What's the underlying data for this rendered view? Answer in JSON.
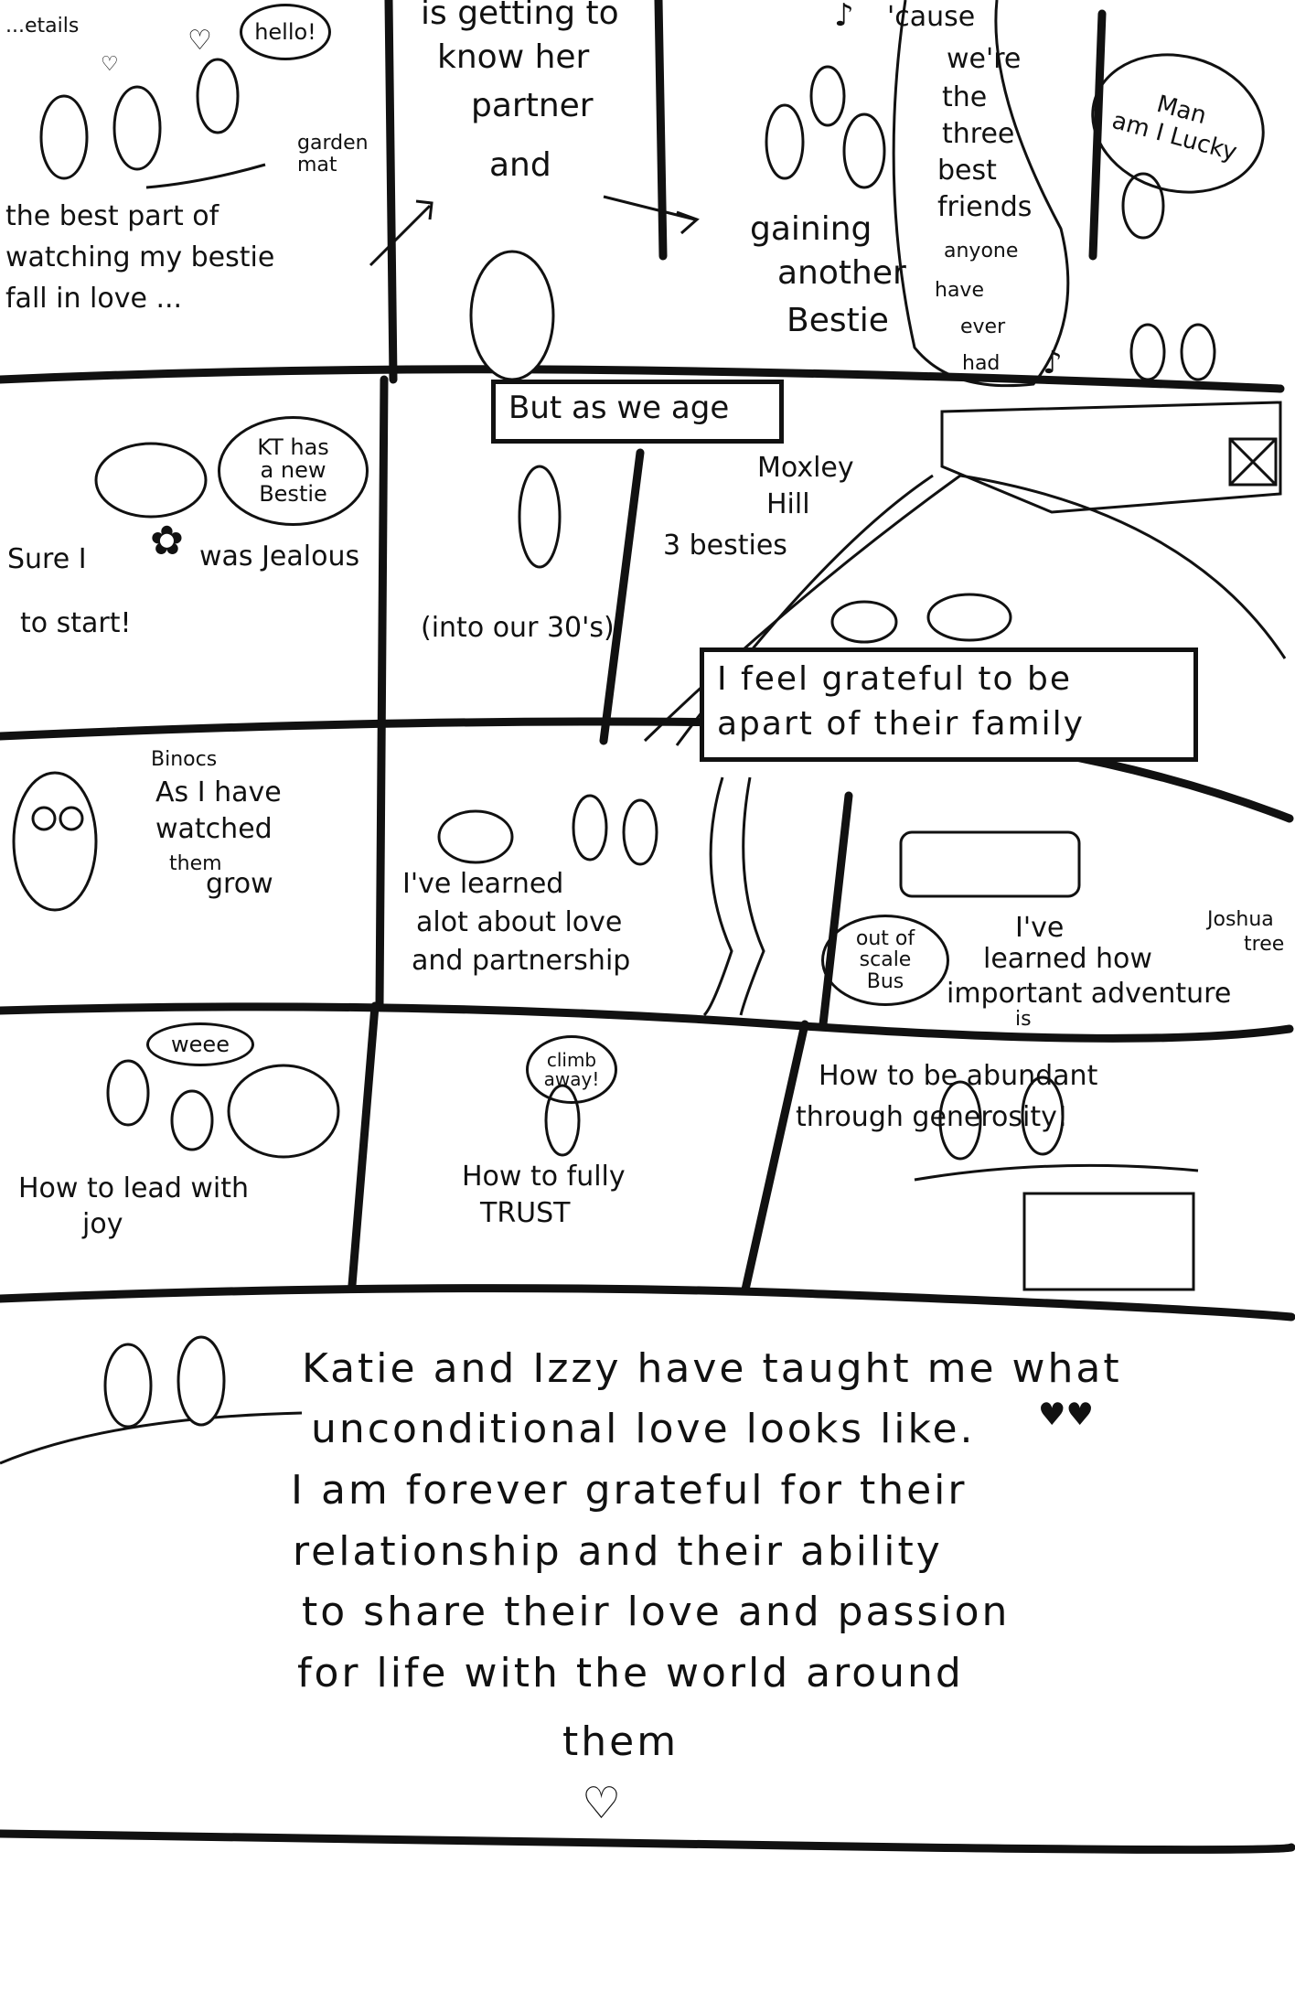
{
  "panel1": {
    "partial_label": "...etails",
    "hello_bubble": "hello!",
    "label_garden_mat": "garden mat",
    "caption": [
      "the best part of",
      "watching my bestie",
      "fall in love ..."
    ]
  },
  "panel2": {
    "caption": [
      "is getting to",
      "know her",
      "partner",
      "and"
    ]
  },
  "panel3": {
    "caption": [
      "gaining",
      "another",
      "Bestie"
    ],
    "song_lyric": [
      "'cause",
      "we're",
      "the",
      "three",
      "best",
      "friends",
      "anyone",
      "have",
      "ever",
      "had"
    ],
    "lucky_bubble": [
      "Man",
      "am I Lucky"
    ]
  },
  "panel4": {
    "kt_bubble": [
      "KT has",
      "a new",
      "Bestie"
    ],
    "caption": [
      "Sure I",
      "was Jealous",
      "to start!"
    ]
  },
  "panel5": {
    "banner": "But as we age",
    "caption": "(into our 30's)"
  },
  "panel6": {
    "label_hill": [
      "Moxley",
      "Hill"
    ],
    "label_besties": "3 besties",
    "banner": [
      "I feel grateful to be",
      "apart of their family"
    ]
  },
  "panel7": {
    "label_binocs": "Binocs",
    "caption": [
      "As I have",
      "watched",
      "them",
      "grow"
    ]
  },
  "panel8": {
    "caption": [
      "I've learned",
      "alot about love",
      "and partnership"
    ]
  },
  "panel9": {
    "label_bus": [
      "out of",
      "scale",
      "Bus"
    ],
    "label_tree": [
      "Joshua",
      "tree"
    ],
    "caption": [
      "I've",
      "learned how",
      "important adventure",
      "is"
    ]
  },
  "panel10": {
    "bubble": "weee",
    "caption": [
      "How to lead with",
      "joy"
    ]
  },
  "panel11": {
    "bubble": [
      "climb",
      "away!"
    ],
    "caption": [
      "How to fully",
      "TRUST"
    ]
  },
  "panel12": {
    "caption": [
      "How to be abundant",
      "through generosity!"
    ]
  },
  "final": {
    "lines": [
      "Katie and Izzy have taught me what",
      "unconditional love looks like.",
      "I am forever grateful for their",
      "relationship and their ability",
      "to share their love and passion",
      "for life with the world around",
      "them"
    ]
  },
  "icons": {
    "heart": "heart-icon",
    "note": "music-note-icon",
    "flower": "flower-icon"
  },
  "colors": {
    "ink": "#111111",
    "paper": "#ffffff"
  }
}
